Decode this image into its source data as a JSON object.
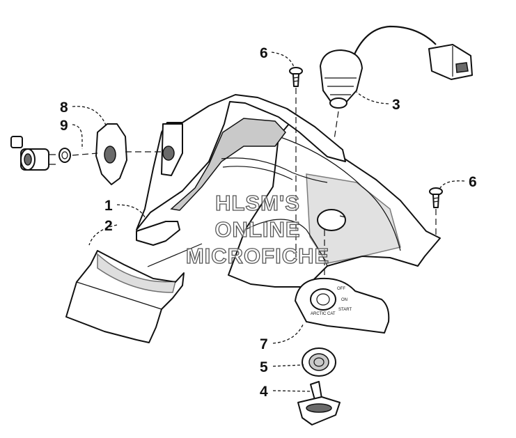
{
  "callouts": [
    {
      "id": "1",
      "label": "1"
    },
    {
      "id": "2",
      "label": "2"
    },
    {
      "id": "3",
      "label": "3"
    },
    {
      "id": "4",
      "label": "4"
    },
    {
      "id": "5",
      "label": "5"
    },
    {
      "id": "6a",
      "label": "6"
    },
    {
      "id": "6b",
      "label": "6"
    },
    {
      "id": "7",
      "label": "7"
    },
    {
      "id": "8",
      "label": "8"
    },
    {
      "id": "9",
      "label": "9"
    }
  ],
  "watermark": {
    "line1": "HLSM'S",
    "line2": "ONLINE",
    "line3": "MICROFICHE"
  },
  "switch_plate": {
    "marking_off": "OFF",
    "marking_on": "ON",
    "marking_start": "START",
    "marking_brand": "ARCTIC CAT"
  }
}
